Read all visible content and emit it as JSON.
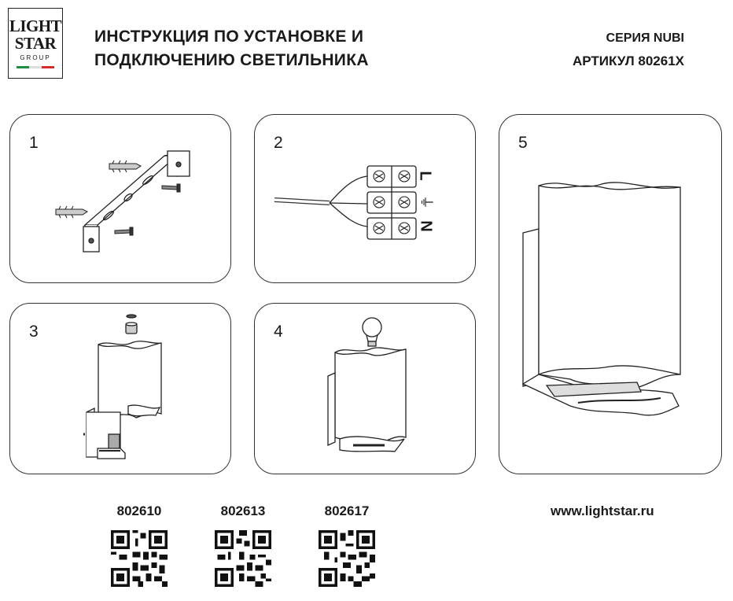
{
  "logo": {
    "line1": "LIGHT",
    "line2": "STAR",
    "line3": "GROUP",
    "flag_colors": [
      "#1e8f3e",
      "#ffffff",
      "#d42b2b"
    ]
  },
  "title": {
    "line1": "ИНСТРУКЦИЯ ПО УСТАНОВКЕ И",
    "line2": "ПОДКЛЮЧЕНИЮ СВЕТИЛЬНИКА"
  },
  "series": {
    "line1": "СЕРИЯ NUBI",
    "line2": "АРТИКУЛ 80261X"
  },
  "steps": {
    "s1": "1",
    "s2": "2",
    "s3": "3",
    "s4": "4",
    "s5": "5"
  },
  "terminal_labels": {
    "live": "L",
    "earth": "⏚",
    "neutral": "N"
  },
  "articles": {
    "a1": "802610",
    "a2": "802613",
    "a3": "802617"
  },
  "website": "www.lightstar.ru"
}
